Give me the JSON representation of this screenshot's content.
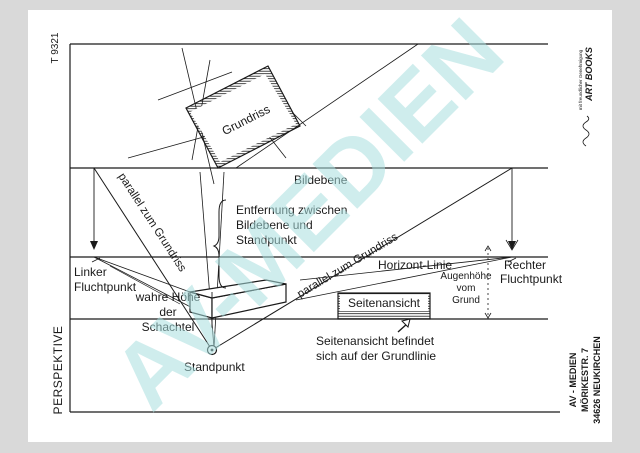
{
  "labels": {
    "grundriss": "Grundriss",
    "bildebene": "Bildebene",
    "parallel_grundriss_left": "parallel zum Grundriss",
    "parallel_grundriss_right": "parallel zum Grundriss",
    "entfernung_1": "Entfernung zwischen",
    "entfernung_2": "Bildebene und",
    "entfernung_3": "Standpunkt",
    "linker_1": "Linker",
    "linker_2": "Fluchtpunkt",
    "horizont": "Horizont-Linie",
    "augen_1": "Augenhöhe",
    "augen_2": "vom",
    "augen_3": "Grund",
    "rechter_1": "Rechter",
    "rechter_2": "Fluchtpunkt",
    "wahre_1": "wahre Höhe",
    "wahre_2": "der",
    "wahre_3": "Schachtel",
    "seitenansicht_box": "Seitenansicht",
    "seitenansicht_note_1": "Seitenansicht befindet",
    "seitenansicht_note_2": "sich auf der Grundlinie",
    "standpunkt": "Standpunkt"
  },
  "sheet": {
    "code": "T 9321",
    "title": "PERSPEKTIVE",
    "publisher_1": "AV - MEDIEN",
    "publisher_2": "MÖRIKESTR. 7",
    "publisher_3": "34626 NEUKIRCHEN",
    "brand": "ART BOOKS",
    "permission": "mit freundlicher Genehmigung",
    "watermark": "AV-MEDIEN"
  },
  "colors": {
    "ink": "#1a1a1a",
    "paper": "#ffffff",
    "background": "#d9d9d9",
    "watermark": "#a8dede"
  }
}
